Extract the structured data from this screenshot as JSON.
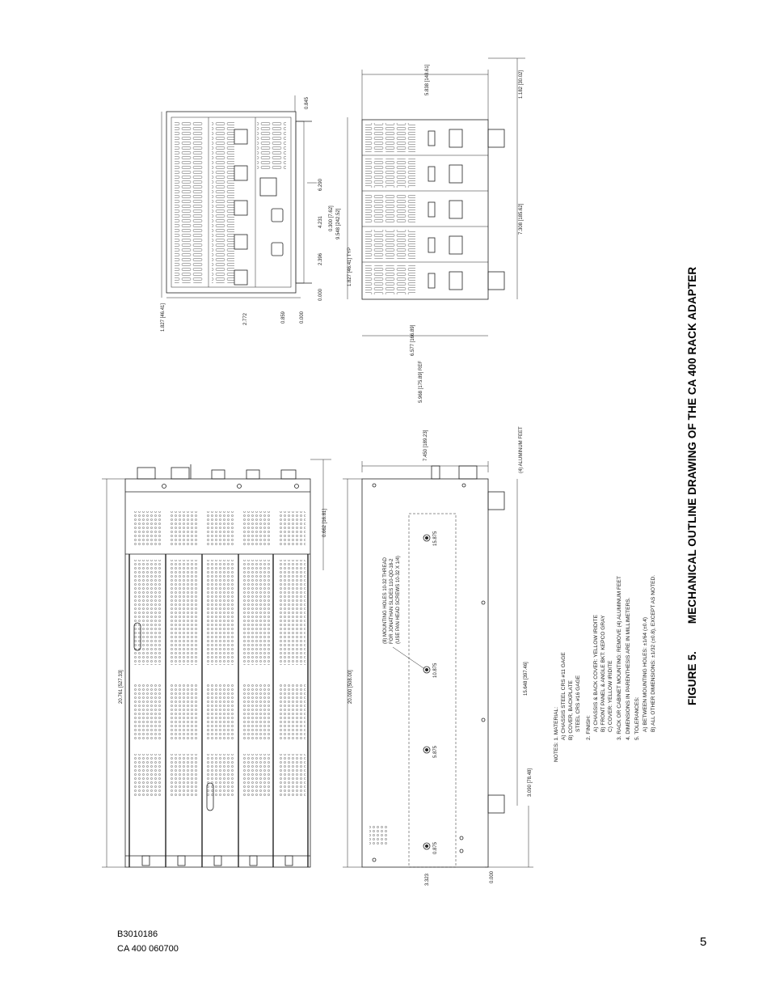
{
  "document": {
    "figure_label": "FIGURE 5.",
    "figure_title": "MECHANICAL OUTLINE DRAWING OF THE CA 400 RACK ADAPTER",
    "footer_line1": "B3010186",
    "footer_line2": "CA 400 060700",
    "page_number": "5"
  },
  "top_view": {
    "dim_overall_length": "20.761 [527.33]",
    "dim_rear_offset": "0.662 [16.81]"
  },
  "side_view": {
    "dim_length": "20.000 [508.00]",
    "dim_height": "7.450 [189.23]",
    "dim_hole_span": "15.648 [397.46]",
    "dim_hole_first": "3.090 [78.48]",
    "dim_left_offset": "3.323",
    "dim_zero": "0.000",
    "hole_labels": [
      "0.875",
      "5.875",
      "10.875",
      "15.875"
    ],
    "mounting_callout": [
      "(8) MOUNTING HOLES 10-32 THREAD",
      "FOR JONATHAN SLIDES 110-QD-18-2",
      "(USE PAN HEAD SCREWS 10-32 X 1/4)"
    ],
    "feet_label": "(4) ALUMINUM FEET"
  },
  "rear_view": {
    "dim_top_1": "1.827 [46.41]",
    "dim_right": "0.845",
    "left_labels": [
      "2.772",
      "0.859",
      "0.000"
    ],
    "vertical_labels": [
      "6.290",
      "4.231",
      "2.396",
      "0.000"
    ],
    "center_labels": [
      "0.300 [7.62]",
      "9.548 [242.52]",
      "1.827 [46.41] TYP"
    ]
  },
  "front_view": {
    "dim_top": "5.838 [148.61]",
    "dim_top_right": "1.182 [30.02]",
    "dim_bottom_width": "6.577 [166.89]",
    "dim_bottom_ref": "5.968 [175.89] REF",
    "dim_bottom_right": "7.308 [185.62]"
  },
  "notes": {
    "lines": [
      "NOTES: 1. MATERIAL:",
      "A) CHASSIS STEEL CRS #11 GAGE",
      "B) COVER, BACKPLATE",
      "STEEL CRS #16 GAGE",
      "2. FINISH:",
      "A) CHASSIS & BACK COVER: YELLOW IRIDITE",
      "B) FRONT PANEL & ANGLE BKT: KEPCO GRAY",
      "C) COVER: YELLOW IRIDITE",
      "3. RACK OR CABINET MOUNTING: REMOVE (4) ALUMINUM FEET",
      "4. DIMENSIONS IN PARENTHESIS ARE IN MILLIMETERS.",
      "5. TOLERANCES:",
      "A) BETWEEN MOUNTING HOLES: ±1/64 (±0.4)",
      "B) ALL OTHER DIMENSIONS: ±1/32 (±0.8), EXCEPT AS NOTED."
    ]
  }
}
